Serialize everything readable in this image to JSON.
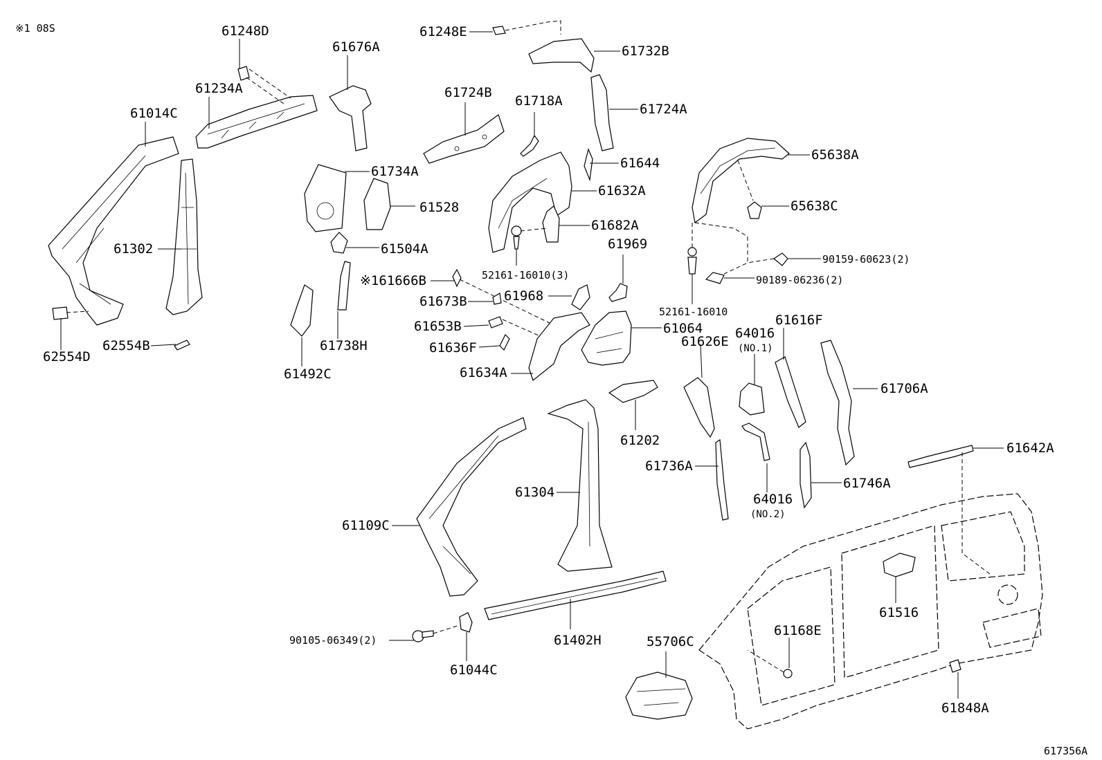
{
  "note": "※1 08S",
  "diagram_code": "617356A",
  "labels": {
    "p61248D": "61248D",
    "p61234A": "61234A",
    "p61014C": "61014C",
    "p61302": "61302",
    "p62554D": "62554D",
    "p62554B": "62554B",
    "p61676A": "61676A",
    "p61734A": "61734A",
    "p61528": "61528",
    "p61504A": "61504A",
    "p61492C": "61492C",
    "p61738H": "61738H",
    "p61724B": "61724B",
    "p61718A": "61718A",
    "p61248E": "61248E",
    "p61732B": "61732B",
    "p61724A": "61724A",
    "p61644": "61644",
    "p61632A": "61632A",
    "p61682A": "61682A",
    "p52161_16010_3": "52161-16010(3)",
    "p61969": "61969",
    "p61666B": "※161666B",
    "p61673B": "61673B",
    "p61968": "61968",
    "p61653B": "61653B",
    "p61636F": "61636F",
    "p61634A": "61634A",
    "p61064": "61064",
    "p65638A": "65638A",
    "p65638C": "65638C",
    "p90159": "90159-60623(2)",
    "p90189": "90189-06236(2)",
    "p52161_16010": "52161-16010",
    "p61626E": "61626E",
    "p64016_1": "64016",
    "p64016_1_sub": "(NO.1)",
    "p61616F": "61616F",
    "p61706A": "61706A",
    "p61202": "61202",
    "p61736A": "61736A",
    "p64016_2": "64016",
    "p64016_2_sub": "(NO.2)",
    "p61746A": "61746A",
    "p61642A": "61642A",
    "p61304": "61304",
    "p61109C": "61109C",
    "p61402H": "61402H",
    "p90105": "90105-06349(2)",
    "p61044C": "61044C",
    "p55706C": "55706C",
    "p61168E": "61168E",
    "p61516": "61516",
    "p61848A": "61848A"
  }
}
